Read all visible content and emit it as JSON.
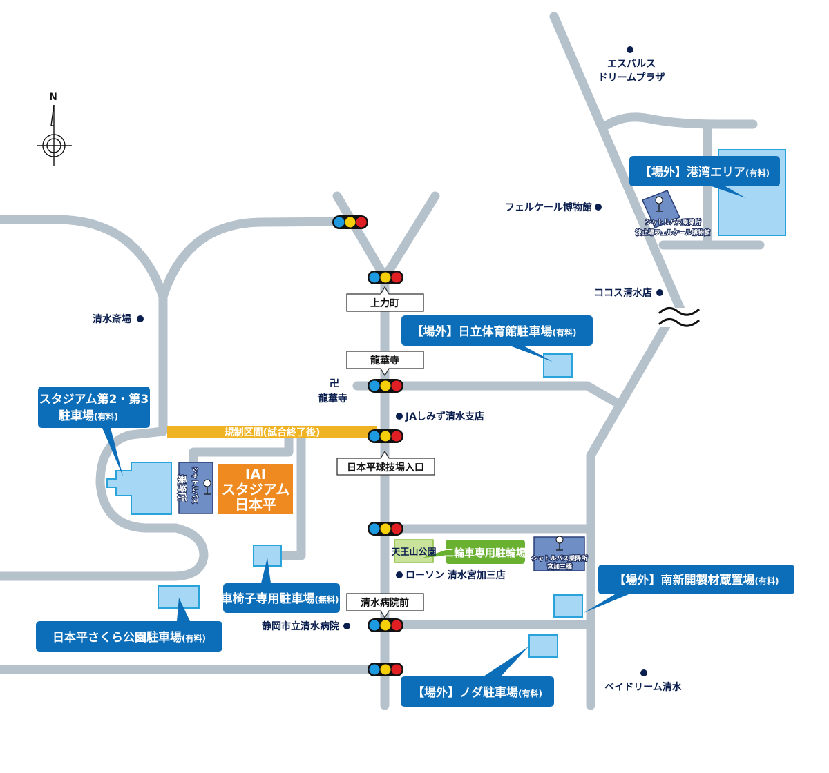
{
  "compass": {
    "label": "N",
    "icon": "north-arrow-icon"
  },
  "signal_colors": {
    "blue": "#1e9be0",
    "yellow": "#f5cf0a",
    "red": "#e01f25"
  },
  "colors": {
    "road": "#b5c1cb",
    "callout": "#0c6eb8",
    "parking_fill": "#a6d8f5",
    "stadium": "#ee8a1f",
    "restricted": "#f0b323",
    "bike": "#6ab031",
    "poi_text": "#0b1f4f"
  },
  "intersections": {
    "kamichikara": "上力町",
    "ryugeji": "龍華寺",
    "stadium_entrance": "日本平球技場入口",
    "hospital_front": "清水病院前"
  },
  "restricted_section": "規制区間(試合終了後)",
  "stadium": {
    "line1": "IAI",
    "line2": "スタジアム",
    "line3": "日本平"
  },
  "shuttle_stops": {
    "stadium": {
      "line1": "シャトルバス",
      "line2": "乗降所"
    },
    "port": {
      "line1": "シャトルバス乗降所",
      "line2": "波止場フェルケール博物館"
    },
    "miyakami": {
      "line1": "シャトルバス乗降所",
      "line2": "宮加三橋"
    }
  },
  "parking": {
    "stadium23": {
      "line1": "スタジアム第2・第3",
      "line2": "駐車場",
      "fee": "(有料)"
    },
    "hitachi": {
      "label": "【場外】日立体育館駐車場",
      "fee": "(有料)"
    },
    "port_area": {
      "label": "【場外】港湾エリア",
      "fee": "(有料)"
    },
    "wheelchair": {
      "label": "車椅子専用駐車場",
      "fee": "(無料)"
    },
    "sakura": {
      "label": "日本平さくら公園駐車場",
      "fee": "(有料)"
    },
    "minamishinkai": {
      "label": "【場外】南新開製材蔵置場",
      "fee": "(有料)"
    },
    "noda": {
      "label": "【場外】ノダ駐車場",
      "fee": "(有料)"
    },
    "bike": {
      "label": "二輪車専用駐輪場"
    }
  },
  "pois": {
    "espulse_line1": "エスパルス",
    "espulse_line2": "ドリームプラザ",
    "ferkeel": "フェルケール博物館",
    "cocos": "ココス清水店",
    "saijo": "清水斎場",
    "temple_symbol": "卍",
    "temple": "龍華寺",
    "ja": "JAしみず清水支店",
    "tennozan": "天王山公園",
    "lawson": "ローソン 清水宮加三店",
    "hospital": "静岡市立清水病院",
    "baydream": "ベイドリーム清水"
  },
  "road_break_symbol": "≈"
}
